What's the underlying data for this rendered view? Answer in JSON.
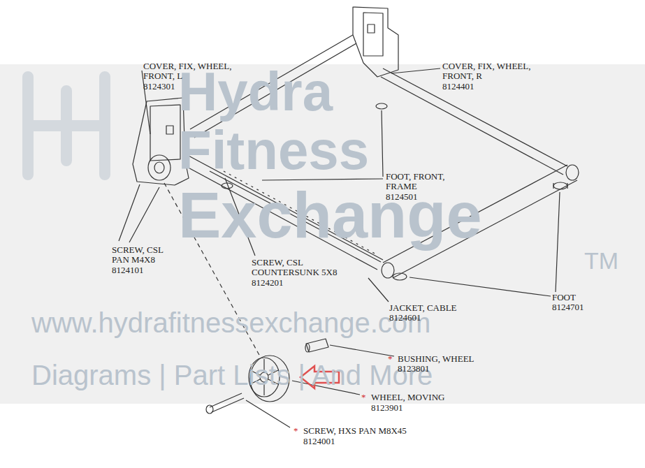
{
  "diagram": {
    "labels": [
      "COVER, FIX, WHEEL, FRONT, L",
      "8124301",
      "COVER, FIX, WHEEL, FRONT, R",
      "8124401",
      "FOOT, FRONT, FRAME",
      "8124501",
      "SCREW, CSL PAN M4X8",
      "8124101",
      "SCREW, CSL COUNTERSUNK 5X8",
      "8124201",
      "JACKET, CABLE",
      "8124601",
      "FOOT",
      "8124701",
      "*",
      "BUSHING, WHEEL",
      "8123801",
      "*",
      "WHEEL, MOVING",
      "8123901",
      "*",
      "SCREW, HXS PAN M8X45",
      "8124001",
      "Hydra",
      "Fitness",
      "Exchange",
      "TM",
      "www.hydrafitnessexchange.com",
      "Diagrams | Part Lists | And More"
    ]
  }
}
